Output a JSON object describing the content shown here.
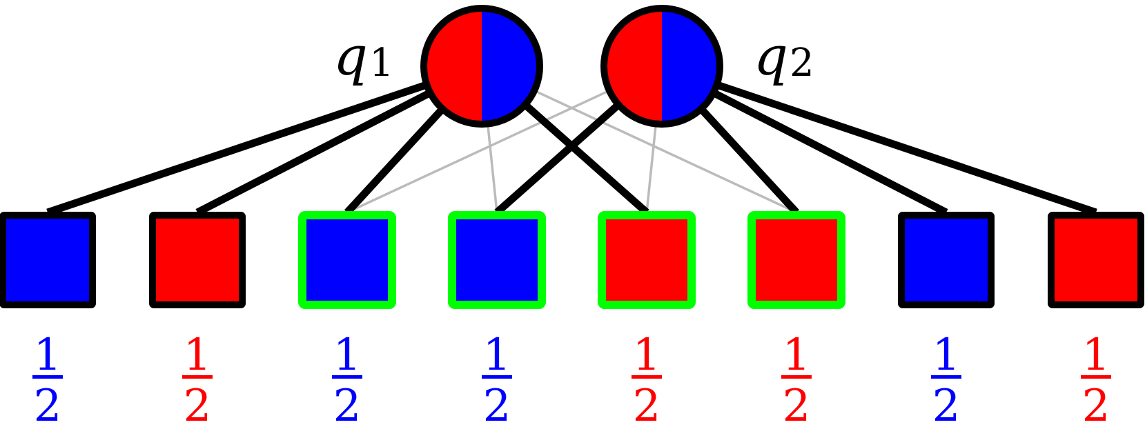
{
  "colors": {
    "red": "#ff0000",
    "blue": "#0000ff",
    "highlight": "#00ff00",
    "edge_strong": "#000000",
    "edge_weak": "#bbbbbb",
    "outline": "#000000"
  },
  "query_nodes": [
    {
      "letter": "q",
      "sub": "1"
    },
    {
      "letter": "q",
      "sub": "2"
    }
  ],
  "boxes": [
    {
      "fill": "blue",
      "highlighted": false,
      "weight": {
        "num": "1",
        "den": "2"
      }
    },
    {
      "fill": "red",
      "highlighted": false,
      "weight": {
        "num": "1",
        "den": "2"
      }
    },
    {
      "fill": "blue",
      "highlighted": true,
      "weight": {
        "num": "1",
        "den": "2"
      }
    },
    {
      "fill": "blue",
      "highlighted": true,
      "weight": {
        "num": "1",
        "den": "2"
      }
    },
    {
      "fill": "red",
      "highlighted": true,
      "weight": {
        "num": "1",
        "den": "2"
      }
    },
    {
      "fill": "red",
      "highlighted": true,
      "weight": {
        "num": "1",
        "den": "2"
      }
    },
    {
      "fill": "blue",
      "highlighted": false,
      "weight": {
        "num": "1",
        "den": "2"
      }
    },
    {
      "fill": "red",
      "highlighted": false,
      "weight": {
        "num": "1",
        "den": "2"
      }
    }
  ],
  "edges": [
    {
      "from": 0,
      "to": 0,
      "strength": "strong"
    },
    {
      "from": 0,
      "to": 1,
      "strength": "strong"
    },
    {
      "from": 0,
      "to": 2,
      "strength": "strong"
    },
    {
      "from": 0,
      "to": 3,
      "strength": "weak"
    },
    {
      "from": 0,
      "to": 4,
      "strength": "strong"
    },
    {
      "from": 0,
      "to": 5,
      "strength": "weak"
    },
    {
      "from": 1,
      "to": 2,
      "strength": "weak"
    },
    {
      "from": 1,
      "to": 3,
      "strength": "strong"
    },
    {
      "from": 1,
      "to": 4,
      "strength": "weak"
    },
    {
      "from": 1,
      "to": 5,
      "strength": "strong"
    },
    {
      "from": 1,
      "to": 6,
      "strength": "strong"
    },
    {
      "from": 1,
      "to": 7,
      "strength": "strong"
    }
  ]
}
